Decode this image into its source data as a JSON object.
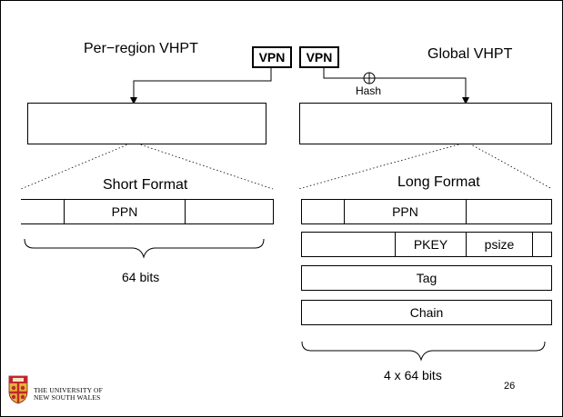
{
  "slide": {
    "left_title": "Per−region VHPT",
    "right_title": "Global VHPT",
    "vpn_left": "VPN",
    "vpn_right": "VPN",
    "hash_label": "Hash",
    "short_format": {
      "title": "Short Format",
      "entry_label": "PPN",
      "size_label": "64 bits"
    },
    "long_format": {
      "title": "Long Format",
      "rows": [
        {
          "cells": [
            "",
            "PPN",
            ""
          ]
        },
        {
          "cells": [
            "",
            "PKEY",
            "psize",
            ""
          ]
        },
        {
          "cells": [
            "Tag"
          ]
        },
        {
          "cells": [
            "Chain"
          ]
        }
      ],
      "size_label": "4 x 64 bits"
    },
    "page_number": "26",
    "university": {
      "line1": "THE UNIVERSITY OF",
      "line2": "NEW SOUTH WALES"
    }
  },
  "colors": {
    "crest_red": "#c0282d",
    "crest_gold": "#e3b53a",
    "lines": "#000000"
  },
  "icons": [
    "xor-hash-icon",
    "unsw-crest-logo"
  ]
}
